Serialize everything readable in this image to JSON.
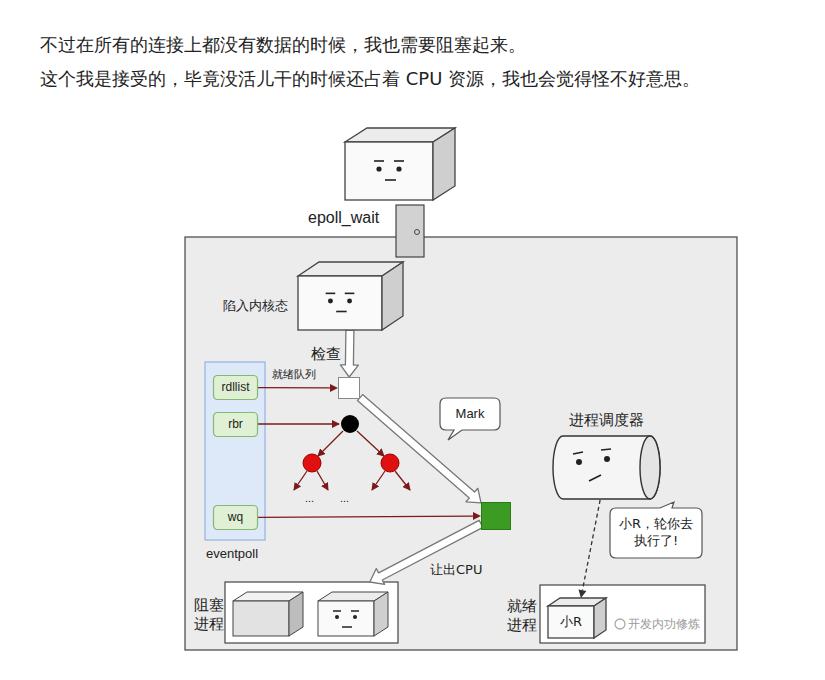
{
  "diagram": {
    "nodes": [
      {
        "text": [
          "epoll_wait"
        ]
      },
      {
        "text": [
          "陷入内核态"
        ]
      },
      {
        "text": []
      },
      {
        "text": [
          "eventpoll"
        ]
      },
      {
        "text": [
          "rdllist"
        ],
        "in": 3
      },
      {
        "text": [
          "rbr"
        ],
        "in": 3
      },
      {
        "text": [
          "Mark"
        ]
      },
      {
        "text": [
          "进程调度器"
        ]
      },
      {
        "text": [
          "wq"
        ],
        "in": 3
      },
      {
        "text": []
      },
      {
        "text": [
          "小R，轮你去 执行了!"
        ]
      },
      {
        "text": [
          "阻塞 进程"
        ]
      },
      {
        "text": [
          "就绪 进程"
        ]
      },
      {
        "text": [
          "小R"
        ],
        "in": 12
      }
    ],
    "edges": [
      {
        "from": 1,
        "to": 2,
        "arrow": "to",
        "label": "检查"
      },
      {
        "from": 4,
        "to": 2,
        "arrow": "to",
        "label": "就绪队列"
      },
      {
        "from": 2,
        "to": 9,
        "arrow": "to"
      },
      {
        "from": 8,
        "to": 9,
        "arrow": "to"
      },
      {
        "from": 9,
        "to": 11,
        "arrow": "to",
        "label": "让出CPU"
      },
      {
        "from": 7,
        "to": 13,
        "arrow": "to"
      }
    ],
    "labels": [
      "不过在所有的连接上都没有数据的时候，我也需要阻塞起来。",
      "这个我是接受的，毕竟没活儿干的时候还占着 CPU 资源，我也会觉得怪不好意思。",
      "...",
      "...",
      "开发内功修炼"
    ]
  }
}
